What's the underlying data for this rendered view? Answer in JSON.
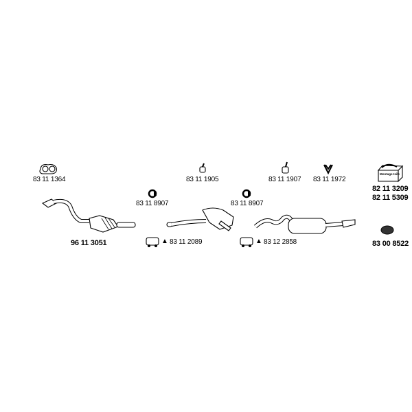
{
  "parts": {
    "gasket": "83 11 1364",
    "hanger_1": "83 11 1905",
    "hanger_2": "83 11 1907",
    "hanger_3": "83 11 1972",
    "clamp_1": "83 11 8907",
    "clamp_2": "83 11 8907",
    "front_pipe_cat": "96 11 3051",
    "sleeve_1": "83 11 2089",
    "sleeve_2": "83 12 2858",
    "kit_1": "82 11 3209",
    "kit_2": "82 11 5309",
    "paste": "83 00 8522"
  },
  "kit_box_text": "Montage-teile",
  "warning_symbol": "▲"
}
